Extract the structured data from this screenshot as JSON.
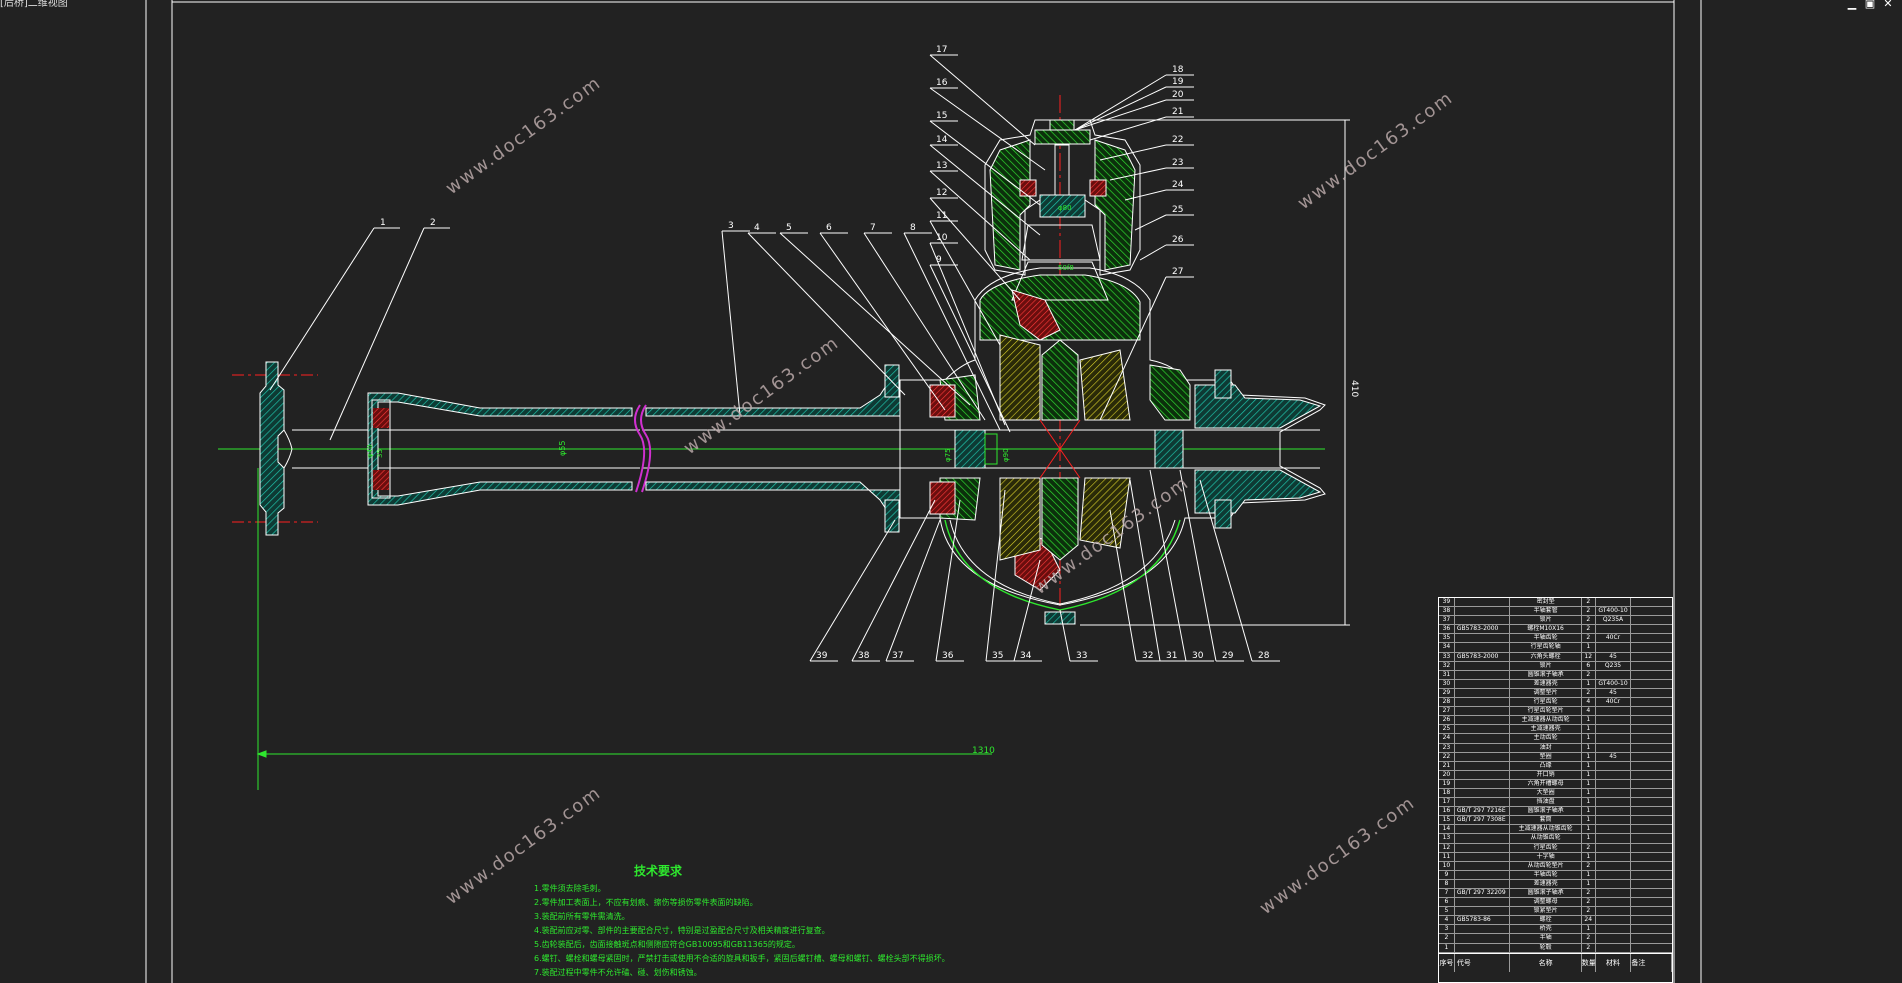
{
  "window": {
    "title": "[后桥]二维视图",
    "controls": [
      "minimize",
      "maximize",
      "close"
    ]
  },
  "colors": {
    "background": "#222222",
    "lines": "#ffffff",
    "dimension": "#2ee82e",
    "centerline": "#ff2020",
    "section_fill": "#1fa08a",
    "gear_fill": "#d42020",
    "part_hatch": "#2ed82e",
    "watermark": "#b9a8a8"
  },
  "watermark": {
    "text": "www.doc163.com"
  },
  "drawing": {
    "part_labels": [
      "1",
      "2",
      "3",
      "4",
      "5",
      "6",
      "7",
      "8",
      "9",
      "10",
      "11",
      "12",
      "13",
      "14",
      "15",
      "16",
      "17",
      "18",
      "19",
      "20",
      "21",
      "22",
      "23",
      "24",
      "25",
      "26",
      "27",
      "28",
      "29",
      "30",
      "31",
      "32",
      "33",
      "34",
      "35",
      "36",
      "37",
      "38",
      "39"
    ],
    "dim_total_length": "1310",
    "dim_height": "410",
    "dim_shaft": "φ55",
    "inner_dims": [
      "φ40",
      "35",
      "φ75",
      "φ90",
      "φ80",
      "50f8"
    ]
  },
  "tech_requirements": {
    "title": "技术要求",
    "items": [
      "1.零件须去除毛刺。",
      "2.零件加工表面上，不应有划痕、擦伤等损伤零件表面的缺陷。",
      "3.装配前所有零件需清洗。",
      "4.装配前应对零、部件的主要配合尺寸，特别是过盈配合尺寸及相关精度进行复查。",
      "5.齿轮装配后，齿面接触斑点和侧隙应符合GB10095和GB11365的规定。",
      "6.螺钉、螺栓和螺母紧固时，严禁打击或使用不合适的旋具和扳手，紧固后螺钉槽、螺母和螺钉、螺栓头部不得损坏。",
      "7.装配过程中零件不允许磕、碰、划伤和锈蚀。"
    ]
  },
  "bom": {
    "rows": [
      {
        "no": "39",
        "code": "",
        "name": "密封垫",
        "qty": "2",
        "mat": "",
        "rem": ""
      },
      {
        "no": "38",
        "code": "",
        "name": "半轴套管",
        "qty": "2",
        "mat": "GT400-10",
        "rem": ""
      },
      {
        "no": "37",
        "code": "",
        "name": "锁片",
        "qty": "2",
        "mat": "Q235A",
        "rem": ""
      },
      {
        "no": "36",
        "code": "GB5783-2000",
        "name": "螺栓M10X16",
        "qty": "2",
        "mat": "",
        "rem": ""
      },
      {
        "no": "35",
        "code": "",
        "name": "半轴齿轮",
        "qty": "2",
        "mat": "40Cr",
        "rem": ""
      },
      {
        "no": "34",
        "code": "",
        "name": "行星齿轮轴",
        "qty": "1",
        "mat": "",
        "rem": ""
      },
      {
        "no": "33",
        "code": "GB5783-2000",
        "name": "六角头螺栓",
        "qty": "12",
        "mat": "45",
        "rem": ""
      },
      {
        "no": "32",
        "code": "",
        "name": "锁片",
        "qty": "6",
        "mat": "Q235",
        "rem": ""
      },
      {
        "no": "31",
        "code": "",
        "name": "圆锥滚子轴承",
        "qty": "2",
        "mat": "",
        "rem": ""
      },
      {
        "no": "30",
        "code": "",
        "name": "差速器壳",
        "qty": "1",
        "mat": "GT400-10",
        "rem": ""
      },
      {
        "no": "29",
        "code": "",
        "name": "调整垫片",
        "qty": "2",
        "mat": "45",
        "rem": ""
      },
      {
        "no": "28",
        "code": "",
        "name": "行星齿轮",
        "qty": "4",
        "mat": "40Cr",
        "rem": ""
      },
      {
        "no": "27",
        "code": "",
        "name": "行星齿轮垫片",
        "qty": "4",
        "mat": "",
        "rem": ""
      },
      {
        "no": "26",
        "code": "",
        "name": "主减速器从动齿轮",
        "qty": "1",
        "mat": "",
        "rem": ""
      },
      {
        "no": "25",
        "code": "",
        "name": "主减速器壳",
        "qty": "1",
        "mat": "",
        "rem": ""
      },
      {
        "no": "24",
        "code": "",
        "name": "主动齿轮",
        "qty": "1",
        "mat": "",
        "rem": ""
      },
      {
        "no": "23",
        "code": "",
        "name": "油封",
        "qty": "1",
        "mat": "",
        "rem": ""
      },
      {
        "no": "22",
        "code": "",
        "name": "垫圈",
        "qty": "1",
        "mat": "45",
        "rem": ""
      },
      {
        "no": "21",
        "code": "",
        "name": "凸缘",
        "qty": "1",
        "mat": "",
        "rem": ""
      },
      {
        "no": "20",
        "code": "",
        "name": "开口销",
        "qty": "1",
        "mat": "",
        "rem": ""
      },
      {
        "no": "19",
        "code": "",
        "name": "六角开槽螺母",
        "qty": "1",
        "mat": "",
        "rem": ""
      },
      {
        "no": "18",
        "code": "",
        "name": "大垫圈",
        "qty": "1",
        "mat": "",
        "rem": ""
      },
      {
        "no": "17",
        "code": "",
        "name": "挡油盘",
        "qty": "1",
        "mat": "",
        "rem": ""
      },
      {
        "no": "16",
        "code": "GB/T 297 7216E",
        "name": "圆锥滚子轴承",
        "qty": "1",
        "mat": "",
        "rem": ""
      },
      {
        "no": "15",
        "code": "GB/T 297 7308E",
        "name": "套筒",
        "qty": "1",
        "mat": "",
        "rem": ""
      },
      {
        "no": "14",
        "code": "",
        "name": "主减速器从动锥齿轮",
        "qty": "1",
        "mat": "",
        "rem": ""
      },
      {
        "no": "13",
        "code": "",
        "name": "从动锥齿轮",
        "qty": "1",
        "mat": "",
        "rem": ""
      },
      {
        "no": "12",
        "code": "",
        "name": "行星齿轮",
        "qty": "2",
        "mat": "",
        "rem": ""
      },
      {
        "no": "11",
        "code": "",
        "name": "十字轴",
        "qty": "1",
        "mat": "",
        "rem": ""
      },
      {
        "no": "10",
        "code": "",
        "name": "从动齿轮垫片",
        "qty": "2",
        "mat": "",
        "rem": ""
      },
      {
        "no": "9",
        "code": "",
        "name": "半轴齿轮",
        "qty": "1",
        "mat": "",
        "rem": ""
      },
      {
        "no": "8",
        "code": "",
        "name": "差速器壳",
        "qty": "1",
        "mat": "",
        "rem": ""
      },
      {
        "no": "7",
        "code": "GB/T 297 32209",
        "name": "圆锥滚子轴承",
        "qty": "2",
        "mat": "",
        "rem": ""
      },
      {
        "no": "6",
        "code": "",
        "name": "调整螺母",
        "qty": "2",
        "mat": "",
        "rem": ""
      },
      {
        "no": "5",
        "code": "",
        "name": "锁紧垫片",
        "qty": "2",
        "mat": "",
        "rem": ""
      },
      {
        "no": "4",
        "code": "GB5783-86",
        "name": "螺栓",
        "qty": "24",
        "mat": "",
        "rem": ""
      },
      {
        "no": "3",
        "code": "",
        "name": "桥壳",
        "qty": "1",
        "mat": "",
        "rem": ""
      },
      {
        "no": "2",
        "code": "",
        "name": "半轴",
        "qty": "2",
        "mat": "",
        "rem": ""
      },
      {
        "no": "1",
        "code": "",
        "name": "轮毂",
        "qty": "2",
        "mat": "",
        "rem": ""
      }
    ],
    "headers": [
      "序号",
      "代号",
      "名称",
      "数量",
      "材料",
      "备注"
    ]
  }
}
